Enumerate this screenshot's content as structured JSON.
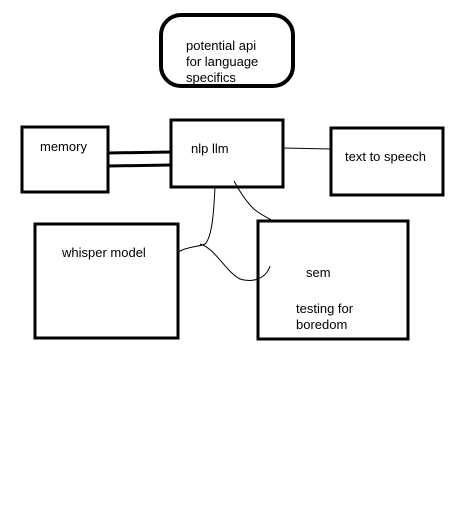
{
  "diagram": {
    "nodes": [
      {
        "id": "potential-api",
        "label": "potential api\nfor language\nspecifics"
      },
      {
        "id": "memory",
        "label": "memory"
      },
      {
        "id": "nlp-llm",
        "label": "nlp llm"
      },
      {
        "id": "text-to-speech",
        "label": "text to speech"
      },
      {
        "id": "whisper-model",
        "label": "whisper model"
      },
      {
        "id": "sem",
        "label": "sem"
      },
      {
        "id": "testing-boredom",
        "label": "testing for\nboredom"
      }
    ]
  }
}
